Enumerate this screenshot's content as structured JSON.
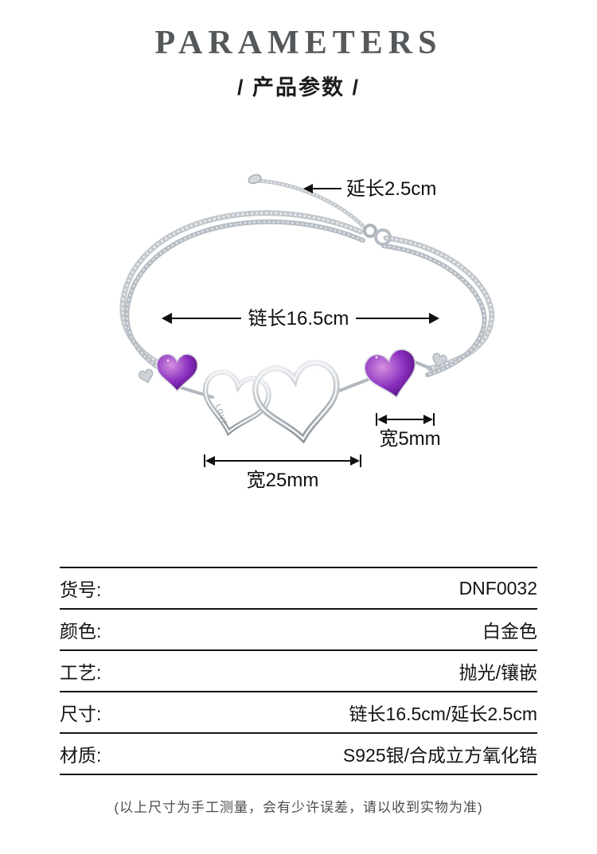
{
  "header": {
    "title_en": "PARAMETERS",
    "title_cn": "/ 产品参数 /"
  },
  "diagram": {
    "extension_label": "延长2.5cm",
    "chain_length_label": "链长16.5cm",
    "width_small_label": "宽5mm",
    "width_large_label": "宽25mm",
    "love_engraving": "LOVE"
  },
  "specs": {
    "rows": [
      {
        "label": "货号:",
        "value": "DNF0032"
      },
      {
        "label": "颜色:",
        "value": "白金色"
      },
      {
        "label": "工艺:",
        "value": "抛光/镶嵌"
      },
      {
        "label": "尺寸:",
        "value": "链长16.5cm/延长2.5cm"
      },
      {
        "label": "材质:",
        "value": "S925银/合成立方氧化锆"
      }
    ]
  },
  "footer": {
    "note": "(以上尺寸为手工测量，会有少许误差，请以收到实物为准)"
  }
}
